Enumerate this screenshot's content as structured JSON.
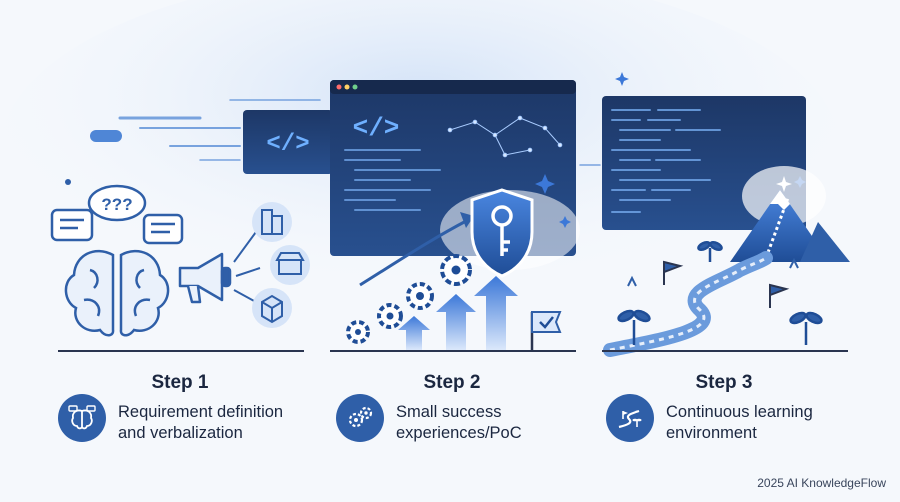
{
  "steps": [
    {
      "title": "Step 1",
      "line1": "Requirement definition",
      "line2": "and verbalization",
      "icon": "brain-chat-icon"
    },
    {
      "title": "Step 2",
      "line1": "Small success",
      "line2": "experiences/PoC",
      "icon": "gears-icon"
    },
    {
      "title": "Step 3",
      "line1": "Continuous learning",
      "line2": "environment",
      "icon": "path-icon"
    }
  ],
  "illustration": {
    "thought_bubble": "???",
    "code_tag": "</>"
  },
  "footer": "2025 AI KnowledgeFlow",
  "colors": {
    "accent": "#2f5fa8",
    "dark": "#1b2740",
    "screen": "#1e3561"
  }
}
